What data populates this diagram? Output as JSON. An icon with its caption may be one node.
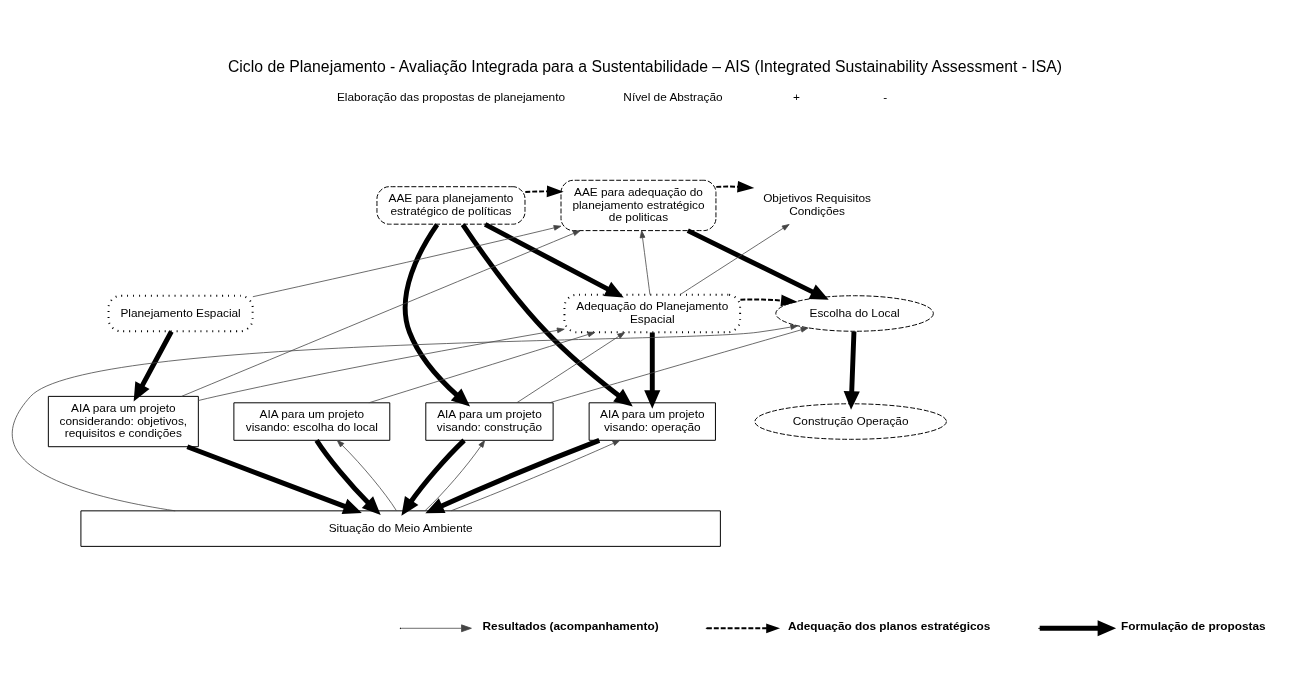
{
  "diagram": {
    "title": "Ciclo de Planejamento - Avaliação Integrada para a Sustentabilidade – AIS (Integrated Sustainability Assessment - ISA)",
    "nodes": [
      {
        "text": [
          "AAE para planejamento estratégico de políticas"
        ]
      },
      {
        "text": [
          "AAE para adequação do planejamento estratégico de politicas"
        ]
      },
      {
        "text": [
          "Objetivos Requisitos Condições"
        ]
      },
      {
        "text": [
          "Planejamento Espacial"
        ]
      },
      {
        "text": [
          "Adequação do Planejamento Espacial"
        ]
      },
      {
        "text": [
          "Escolha do Local"
        ]
      },
      {
        "text": [
          "AIA para um projeto considerando: objetivos, requisitos e condições"
        ]
      },
      {
        "text": [
          "AIA para um projeto visando: escolha do local"
        ]
      },
      {
        "text": [
          "AIA para um projeto visando: construção"
        ]
      },
      {
        "text": [
          "AIA para um projeto visando: operação"
        ]
      },
      {
        "text": [
          "Construção Operação"
        ]
      },
      {
        "text": [
          "Situação do Meio Ambiente"
        ]
      }
    ],
    "edges": [
      {
        "from": 0,
        "to": 1,
        "arrow": "to",
        "style": "dashed"
      },
      {
        "from": 1,
        "to": 2,
        "arrow": "to",
        "style": "dashed"
      },
      {
        "from": 4,
        "to": 5,
        "arrow": "to",
        "style": "dashed"
      },
      {
        "from": 0,
        "to": 4,
        "arrow": "to",
        "style": "thick"
      },
      {
        "from": 0,
        "to": 8,
        "arrow": "to",
        "style": "thick"
      },
      {
        "from": 0,
        "to": 9,
        "arrow": "to",
        "style": "thick"
      },
      {
        "from": 1,
        "to": 5,
        "arrow": "to",
        "style": "thick"
      },
      {
        "from": 3,
        "to": 6,
        "arrow": "to",
        "style": "thick"
      },
      {
        "from": 4,
        "to": 9,
        "arrow": "to",
        "style": "thick"
      },
      {
        "from": 5,
        "to": 10,
        "arrow": "to",
        "style": "thick"
      },
      {
        "from": 6,
        "to": 11,
        "arrow": "to",
        "style": "thick"
      },
      {
        "from": 7,
        "to": 11,
        "arrow": "to",
        "style": "thick"
      },
      {
        "from": 8,
        "to": 11,
        "arrow": "to",
        "style": "thick"
      },
      {
        "from": 9,
        "to": 11,
        "arrow": "to",
        "style": "thick"
      },
      {
        "from": 3,
        "to": 1,
        "arrow": "to"
      },
      {
        "from": 6,
        "to": 1,
        "arrow": "to"
      },
      {
        "from": 4,
        "to": 1,
        "arrow": "to"
      },
      {
        "from": 4,
        "to": 2,
        "arrow": "to"
      },
      {
        "from": 6,
        "to": 4,
        "arrow": "to"
      },
      {
        "from": 7,
        "to": 4,
        "arrow": "to"
      },
      {
        "from": 8,
        "to": 4,
        "arrow": "to"
      },
      {
        "from": 8,
        "to": 5,
        "arrow": "to"
      },
      {
        "from": 11,
        "to": 5,
        "arrow": "to"
      },
      {
        "from": 11,
        "to": 7,
        "arrow": "to"
      },
      {
        "from": 11,
        "to": 8,
        "arrow": "to"
      },
      {
        "from": 11,
        "to": 9,
        "arrow": "to"
      }
    ],
    "labels": [
      "Elaboração das propostas de planejamento",
      "Nível de Abstração",
      "+",
      "-"
    ],
    "legend": [
      {
        "text": "Resultados (acompanhamento)"
      },
      {
        "text": "Adequação dos planos estratégicos"
      },
      {
        "text": "Formulação de propostas"
      }
    ]
  }
}
